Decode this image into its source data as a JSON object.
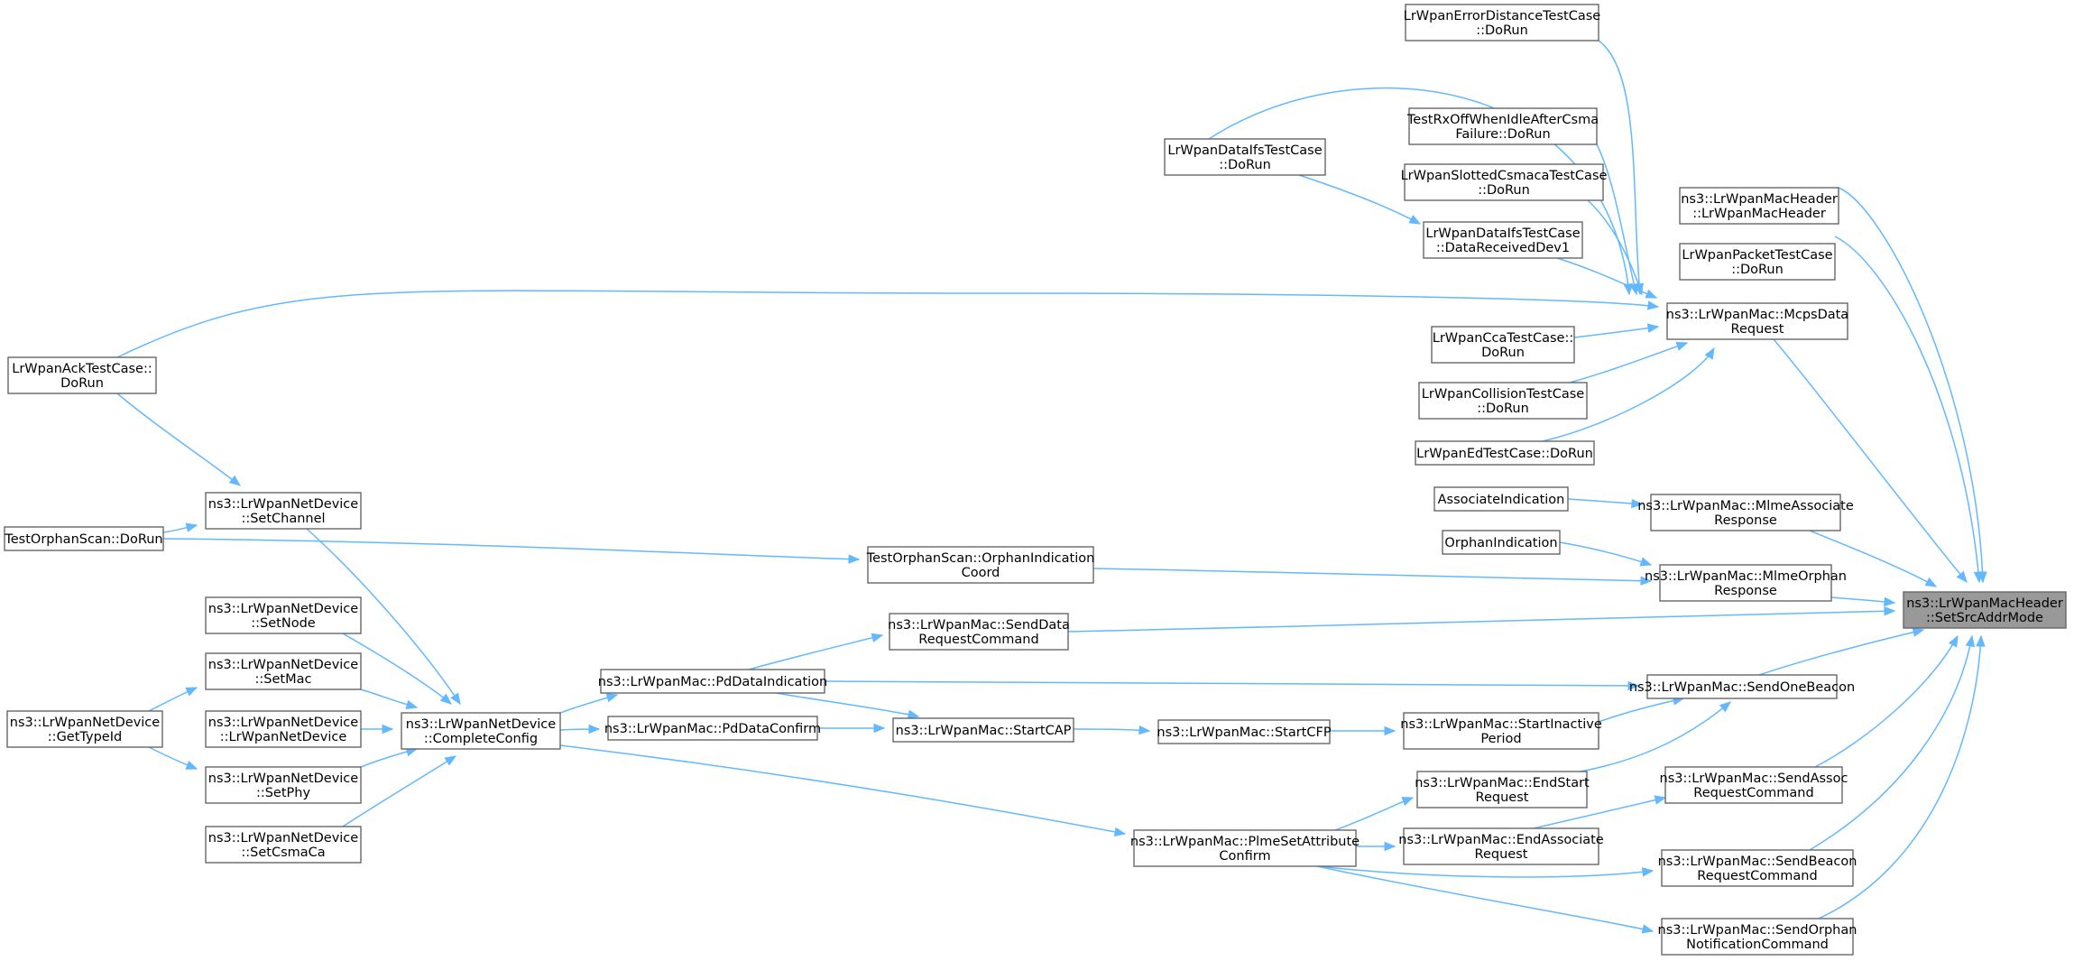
{
  "colors": {
    "edge": "#63b8ff",
    "node_border": "#666666",
    "node_fill": "#ffffff",
    "focus_fill": "#999999",
    "background": "#ffffff"
  },
  "nodes": [
    {
      "id": "target",
      "lines": [
        "ns3::LrWpanMacHeader",
        "::SetSrcAddrMode"
      ],
      "focus": true
    },
    {
      "id": "hdr_ctor",
      "lines": [
        "ns3::LrWpanMacHeader",
        "::LrWpanMacHeader"
      ]
    },
    {
      "id": "packet_run",
      "lines": [
        "LrWpanPacketTestCase",
        "::DoRun"
      ]
    },
    {
      "id": "mcps",
      "lines": [
        "ns3::LrWpanMac::McpsData",
        "Request"
      ]
    },
    {
      "id": "assoc_resp",
      "lines": [
        "ns3::LrWpanMac::MlmeAssociate",
        "Response"
      ]
    },
    {
      "id": "orphan_resp",
      "lines": [
        "ns3::LrWpanMac::MlmeOrphan",
        "Response"
      ]
    },
    {
      "id": "senddata",
      "lines": [
        "ns3::LrWpanMac::SendData",
        "RequestCommand"
      ]
    },
    {
      "id": "onebeacon",
      "lines": [
        "ns3::LrWpanMac::SendOneBeacon"
      ]
    },
    {
      "id": "sendassoc",
      "lines": [
        "ns3::LrWpanMac::SendAssoc",
        "RequestCommand"
      ]
    },
    {
      "id": "sendbeacon",
      "lines": [
        "ns3::LrWpanMac::SendBeacon",
        "RequestCommand"
      ]
    },
    {
      "id": "sendorphan",
      "lines": [
        "ns3::LrWpanMac::SendOrphan",
        "NotificationCommand"
      ]
    },
    {
      "id": "errdist",
      "lines": [
        "LrWpanErrorDistanceTestCase",
        "::DoRun"
      ]
    },
    {
      "id": "rxoff",
      "lines": [
        "TestRxOffWhenIdleAfterCsma",
        "Failure::DoRun"
      ]
    },
    {
      "id": "slotted",
      "lines": [
        "LrWpanSlottedCsmacaTestCase",
        "::DoRun"
      ]
    },
    {
      "id": "ifs_recv",
      "lines": [
        "LrWpanDataIfsTestCase",
        "::DataReceivedDev1"
      ]
    },
    {
      "id": "ifs_run",
      "lines": [
        "LrWpanDataIfsTestCase",
        "::DoRun"
      ]
    },
    {
      "id": "cca",
      "lines": [
        "LrWpanCcaTestCase::",
        "DoRun"
      ]
    },
    {
      "id": "collision",
      "lines": [
        "LrWpanCollisionTestCase",
        "::DoRun"
      ]
    },
    {
      "id": "ed",
      "lines": [
        "LrWpanEdTestCase::DoRun"
      ]
    },
    {
      "id": "ack",
      "lines": [
        "LrWpanAckTestCase::",
        "DoRun"
      ]
    },
    {
      "id": "assoc_ind",
      "lines": [
        "AssociateIndication"
      ]
    },
    {
      "id": "orphan_ind",
      "lines": [
        "OrphanIndication"
      ]
    },
    {
      "id": "orphan_coord",
      "lines": [
        "TestOrphanScan::OrphanIndication",
        "Coord"
      ]
    },
    {
      "id": "orphan_scan",
      "lines": [
        "TestOrphanScan::DoRun"
      ]
    },
    {
      "id": "setchannel",
      "lines": [
        "ns3::LrWpanNetDevice",
        "::SetChannel"
      ]
    },
    {
      "id": "pddataind",
      "lines": [
        "ns3::LrWpanMac::PdDataIndication"
      ]
    },
    {
      "id": "pddataconf",
      "lines": [
        "ns3::LrWpanMac::PdDataConfirm"
      ]
    },
    {
      "id": "startcap",
      "lines": [
        "ns3::LrWpanMac::StartCAP"
      ]
    },
    {
      "id": "startcfp",
      "lines": [
        "ns3::LrWpanMac::StartCFP"
      ]
    },
    {
      "id": "startinactive",
      "lines": [
        "ns3::LrWpanMac::StartInactive",
        "Period"
      ]
    },
    {
      "id": "endstart",
      "lines": [
        "ns3::LrWpanMac::EndStart",
        "Request"
      ]
    },
    {
      "id": "endassoc",
      "lines": [
        "ns3::LrWpanMac::EndAssociate",
        "Request"
      ]
    },
    {
      "id": "plme",
      "lines": [
        "ns3::LrWpanMac::PlmeSetAttribute",
        "Confirm"
      ]
    },
    {
      "id": "completeconfig",
      "lines": [
        "ns3::LrWpanNetDevice",
        "::CompleteConfig"
      ]
    },
    {
      "id": "setnode",
      "lines": [
        "ns3::LrWpanNetDevice",
        "::SetNode"
      ]
    },
    {
      "id": "setmac",
      "lines": [
        "ns3::LrWpanNetDevice",
        "::SetMac"
      ]
    },
    {
      "id": "netdev_ctor",
      "lines": [
        "ns3::LrWpanNetDevice",
        "::LrWpanNetDevice"
      ]
    },
    {
      "id": "setphy",
      "lines": [
        "ns3::LrWpanNetDevice",
        "::SetPhy"
      ]
    },
    {
      "id": "setcsma",
      "lines": [
        "ns3::LrWpanNetDevice",
        "::SetCsmaCa"
      ]
    },
    {
      "id": "gettypeid",
      "lines": [
        "ns3::LrWpanNetDevice",
        "::GetTypeId"
      ]
    }
  ],
  "edges": [
    {
      "from": "hdr_ctor",
      "to": "target"
    },
    {
      "from": "packet_run",
      "to": "target"
    },
    {
      "from": "mcps",
      "to": "target"
    },
    {
      "from": "assoc_resp",
      "to": "target"
    },
    {
      "from": "orphan_resp",
      "to": "target"
    },
    {
      "from": "senddata",
      "to": "target"
    },
    {
      "from": "onebeacon",
      "to": "target"
    },
    {
      "from": "sendassoc",
      "to": "target"
    },
    {
      "from": "sendbeacon",
      "to": "target"
    },
    {
      "from": "sendorphan",
      "to": "target"
    },
    {
      "from": "errdist",
      "to": "mcps"
    },
    {
      "from": "ifs_run",
      "to": "mcps"
    },
    {
      "from": "rxoff",
      "to": "mcps"
    },
    {
      "from": "slotted",
      "to": "mcps"
    },
    {
      "from": "ifs_recv",
      "to": "mcps"
    },
    {
      "from": "ack",
      "to": "mcps"
    },
    {
      "from": "cca",
      "to": "mcps"
    },
    {
      "from": "collision",
      "to": "mcps"
    },
    {
      "from": "ed",
      "to": "mcps"
    },
    {
      "from": "ifs_run",
      "to": "ifs_recv"
    },
    {
      "from": "assoc_ind",
      "to": "assoc_resp"
    },
    {
      "from": "orphan_ind",
      "to": "orphan_resp"
    },
    {
      "from": "orphan_coord",
      "to": "orphan_resp"
    },
    {
      "from": "orphan_scan",
      "to": "orphan_coord"
    },
    {
      "from": "orphan_scan",
      "to": "setchannel"
    },
    {
      "from": "ack",
      "to": "setchannel"
    },
    {
      "from": "pddataind",
      "to": "senddata"
    },
    {
      "from": "pddataind",
      "to": "onebeacon"
    },
    {
      "from": "pddataind",
      "to": "startcap"
    },
    {
      "from": "pddataconf",
      "to": "startcap"
    },
    {
      "from": "startcap",
      "to": "startcfp"
    },
    {
      "from": "startcfp",
      "to": "startinactive"
    },
    {
      "from": "startinactive",
      "to": "onebeacon"
    },
    {
      "from": "endstart",
      "to": "onebeacon"
    },
    {
      "from": "plme",
      "to": "endstart"
    },
    {
      "from": "plme",
      "to": "endassoc"
    },
    {
      "from": "endassoc",
      "to": "sendassoc"
    },
    {
      "from": "plme",
      "to": "sendbeacon"
    },
    {
      "from": "plme",
      "to": "sendorphan"
    },
    {
      "from": "completeconfig",
      "to": "pddataind"
    },
    {
      "from": "completeconfig",
      "to": "pddataconf"
    },
    {
      "from": "completeconfig",
      "to": "plme"
    },
    {
      "from": "setchannel",
      "to": "completeconfig"
    },
    {
      "from": "setnode",
      "to": "completeconfig"
    },
    {
      "from": "setmac",
      "to": "completeconfig"
    },
    {
      "from": "netdev_ctor",
      "to": "completeconfig"
    },
    {
      "from": "setphy",
      "to": "completeconfig"
    },
    {
      "from": "setcsma",
      "to": "completeconfig"
    },
    {
      "from": "gettypeid",
      "to": "setmac"
    },
    {
      "from": "gettypeid",
      "to": "setphy"
    }
  ]
}
